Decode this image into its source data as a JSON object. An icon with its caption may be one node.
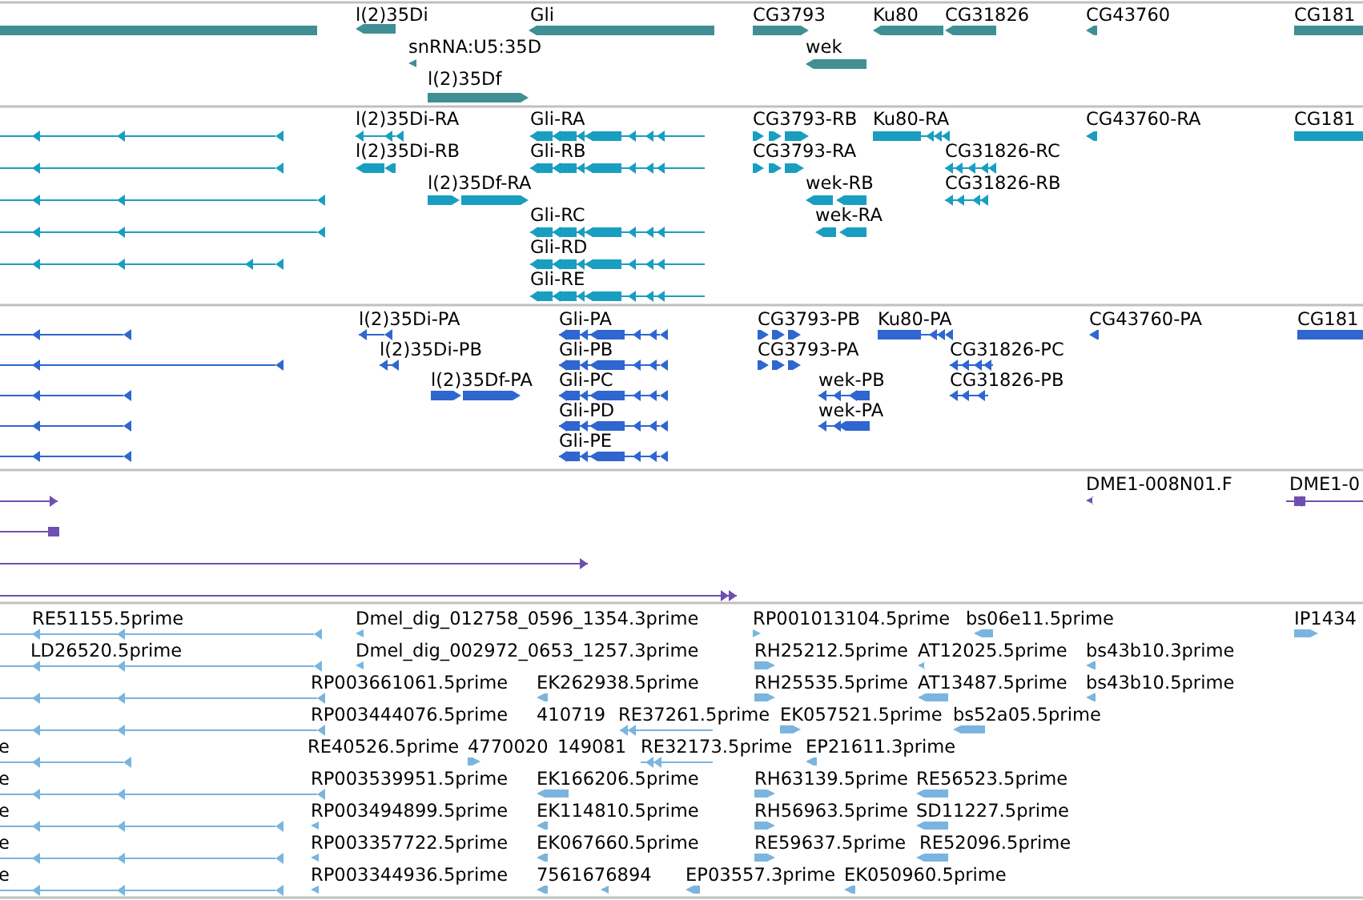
{
  "diagram": {
    "labels": [
      "l(2)35Di",
      "Gli",
      "CG3793",
      "Ku80",
      "CG31826",
      "CG43760",
      "CG181",
      "snRNA:U5:35D",
      "wek",
      "l(2)35Df",
      "l(2)35Di-RA",
      "Gli-RA",
      "CG3793-RB",
      "Ku80-RA",
      "CG43760-RA",
      "CG181",
      "l(2)35Di-RB",
      "Gli-RB",
      "CG3793-RA",
      "CG31826-RC",
      "l(2)35Df-RA",
      "wek-RB",
      "CG31826-RB",
      "Gli-RC",
      "wek-RA",
      "Gli-RD",
      "Gli-RE",
      "l(2)35Di-PA",
      "Gli-PA",
      "CG3793-PB",
      "Ku80-PA",
      "CG43760-PA",
      "CG181",
      "l(2)35Di-PB",
      "Gli-PB",
      "CG3793-PA",
      "CG31826-PC",
      "l(2)35Df-PA",
      "Gli-PC",
      "wek-PB",
      "CG31826-PB",
      "Gli-PD",
      "wek-PA",
      "Gli-PE",
      "DME1-008N01.F",
      "DME1-0",
      "RE51155.5prime",
      "Dmel_dig_012758_0596_1354.3prime",
      "RP001013104.5prime",
      "bs06e11.5prime",
      "IP1434",
      "LD26520.5prime",
      "Dmel_dig_002972_0653_1257.3prime",
      "RH25212.5prime",
      "AT12025.5prime",
      "bs43b10.3prime",
      "RP003661061.5prime",
      "EK262938.5prime",
      "RH25535.5prime",
      "AT13487.5prime",
      "bs43b10.5prime",
      "RP003444076.5prime",
      "410719",
      "RE37261.5prime",
      "EK057521.5prime",
      "bs52a05.5prime",
      "e",
      "RE40526.5prime",
      "4770020",
      "149081",
      "RE32173.5prime",
      "EP21611.3prime",
      "e",
      "RP003539951.5prime",
      "EK166206.5prime",
      "RH63139.5prime",
      "RE56523.5prime",
      "e",
      "RP003494899.5prime",
      "EK114810.5prime",
      "RH56963.5prime",
      "SD11227.5prime",
      "e",
      "RP003357722.5prime",
      "EK067660.5prime",
      "RE59637.5prime",
      "RE52096.5prime",
      "e",
      "RP003344936.5prime",
      "7561676894",
      "EP03557.3prime",
      "EK050960.5prime"
    ]
  }
}
